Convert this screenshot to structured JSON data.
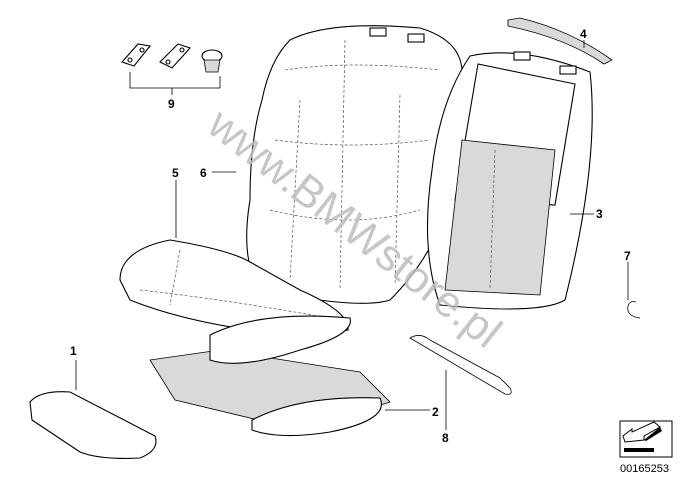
{
  "diagram": {
    "watermark": "www.BMWstore.pl",
    "reference_number": "00165253",
    "parts": [
      {
        "id": "1",
        "label": "1"
      },
      {
        "id": "2",
        "label": "2"
      },
      {
        "id": "3",
        "label": "3"
      },
      {
        "id": "4",
        "label": "4"
      },
      {
        "id": "5",
        "label": "5"
      },
      {
        "id": "6",
        "label": "6"
      },
      {
        "id": "7",
        "label": "7"
      },
      {
        "id": "8",
        "label": "8"
      },
      {
        "id": "9",
        "label": "9"
      }
    ]
  }
}
